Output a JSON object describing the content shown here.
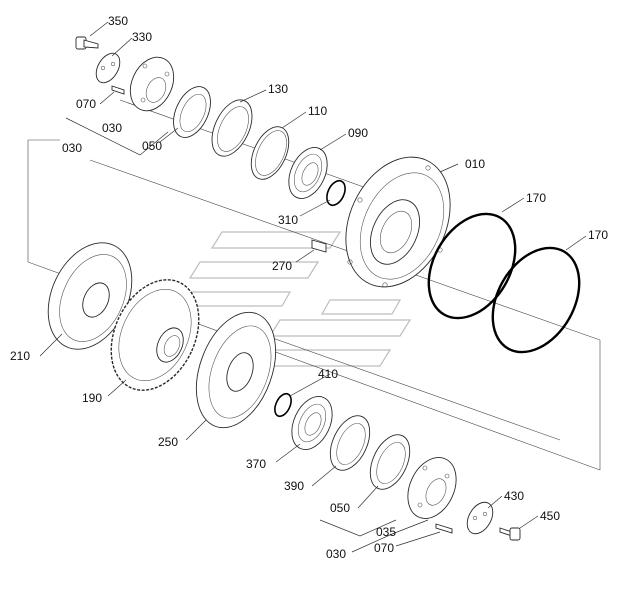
{
  "diagram": {
    "labels": {
      "l350": "350",
      "l330": "330",
      "l070a": "070",
      "l030a": "030",
      "l030b": "030",
      "l050a": "050",
      "l130": "130",
      "l110": "110",
      "l090": "090",
      "l010": "010",
      "l310": "310",
      "l170a": "170",
      "l170b": "170",
      "l270": "270",
      "l210": "210",
      "l190": "190",
      "l410": "410",
      "l250": "250",
      "l370": "370",
      "l390": "390",
      "l050b": "050",
      "l035": "035",
      "l430": "430",
      "l450": "450",
      "l070b": "070",
      "l030c": "030"
    }
  }
}
